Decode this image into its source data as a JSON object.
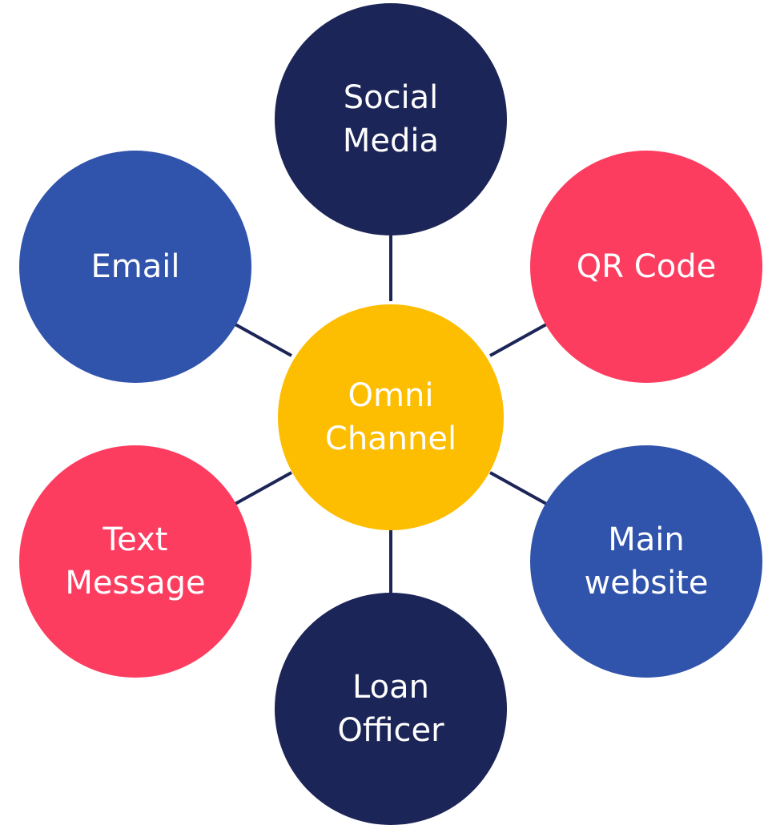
{
  "colors": {
    "navy": "#1c2557",
    "blue": "#3053ab",
    "pink": "#fc3d60",
    "gold": "#fdbd00",
    "line": "#1c2557",
    "text": "#ffffff"
  },
  "center": {
    "lines": [
      "Omni",
      "Channel"
    ],
    "color": "#fdbd00"
  },
  "channels": {
    "social_media": {
      "lines": [
        "Social",
        "Media"
      ],
      "color": "#1c2557"
    },
    "qr_code": {
      "lines": [
        "QR Code"
      ],
      "color": "#fc3d60"
    },
    "main_website": {
      "lines": [
        "Main",
        "website"
      ],
      "color": "#3053ab"
    },
    "loan_officer": {
      "lines": [
        "Loan",
        "Officer"
      ],
      "color": "#1c2557"
    },
    "text_message": {
      "lines": [
        "Text",
        "Message"
      ],
      "color": "#fc3d60"
    },
    "email": {
      "lines": [
        "Email"
      ],
      "color": "#3053ab"
    }
  }
}
